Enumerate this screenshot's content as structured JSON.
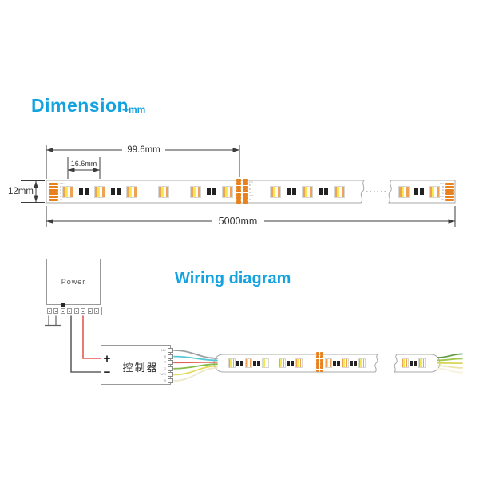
{
  "colors": {
    "accent": "#14a3e1",
    "dim_line": "#3c3c3c",
    "strip_outline": "#a8a8a8",
    "pad_orange": "#e8821e",
    "led_side": "#efa253",
    "led_yellow": "#f6e94b",
    "led_white": "#ffffff",
    "resistor_black": "#222222",
    "wire_red": "#e05a52",
    "wire_black": "#606060",
    "controller_wires": [
      "#9aa0a0",
      "#55c8d8",
      "#e06058",
      "#84bb4a",
      "#e6da5e",
      "#eee8cd"
    ],
    "tail_wires": [
      "#5d9c3f",
      "#a2c94f",
      "#d9d75f",
      "#ece4a8",
      "#f5f1dc"
    ]
  },
  "dimension": {
    "title": "Dimension",
    "unit_note": "--mm",
    "labels": {
      "section": "99.6mm",
      "pitch": "16.6mm",
      "width": "12mm",
      "total": "5000mm"
    },
    "pad_labels": [
      "12V",
      "B",
      "R",
      "G",
      "WW",
      "W"
    ]
  },
  "wiring": {
    "title": "Wiring diagram",
    "power_label": "Power",
    "controller": {
      "label": "控制器",
      "plus": "+",
      "minus": "−",
      "terminal_labels": [
        "12V",
        "B",
        "R",
        "G",
        "WW",
        "W"
      ]
    }
  }
}
